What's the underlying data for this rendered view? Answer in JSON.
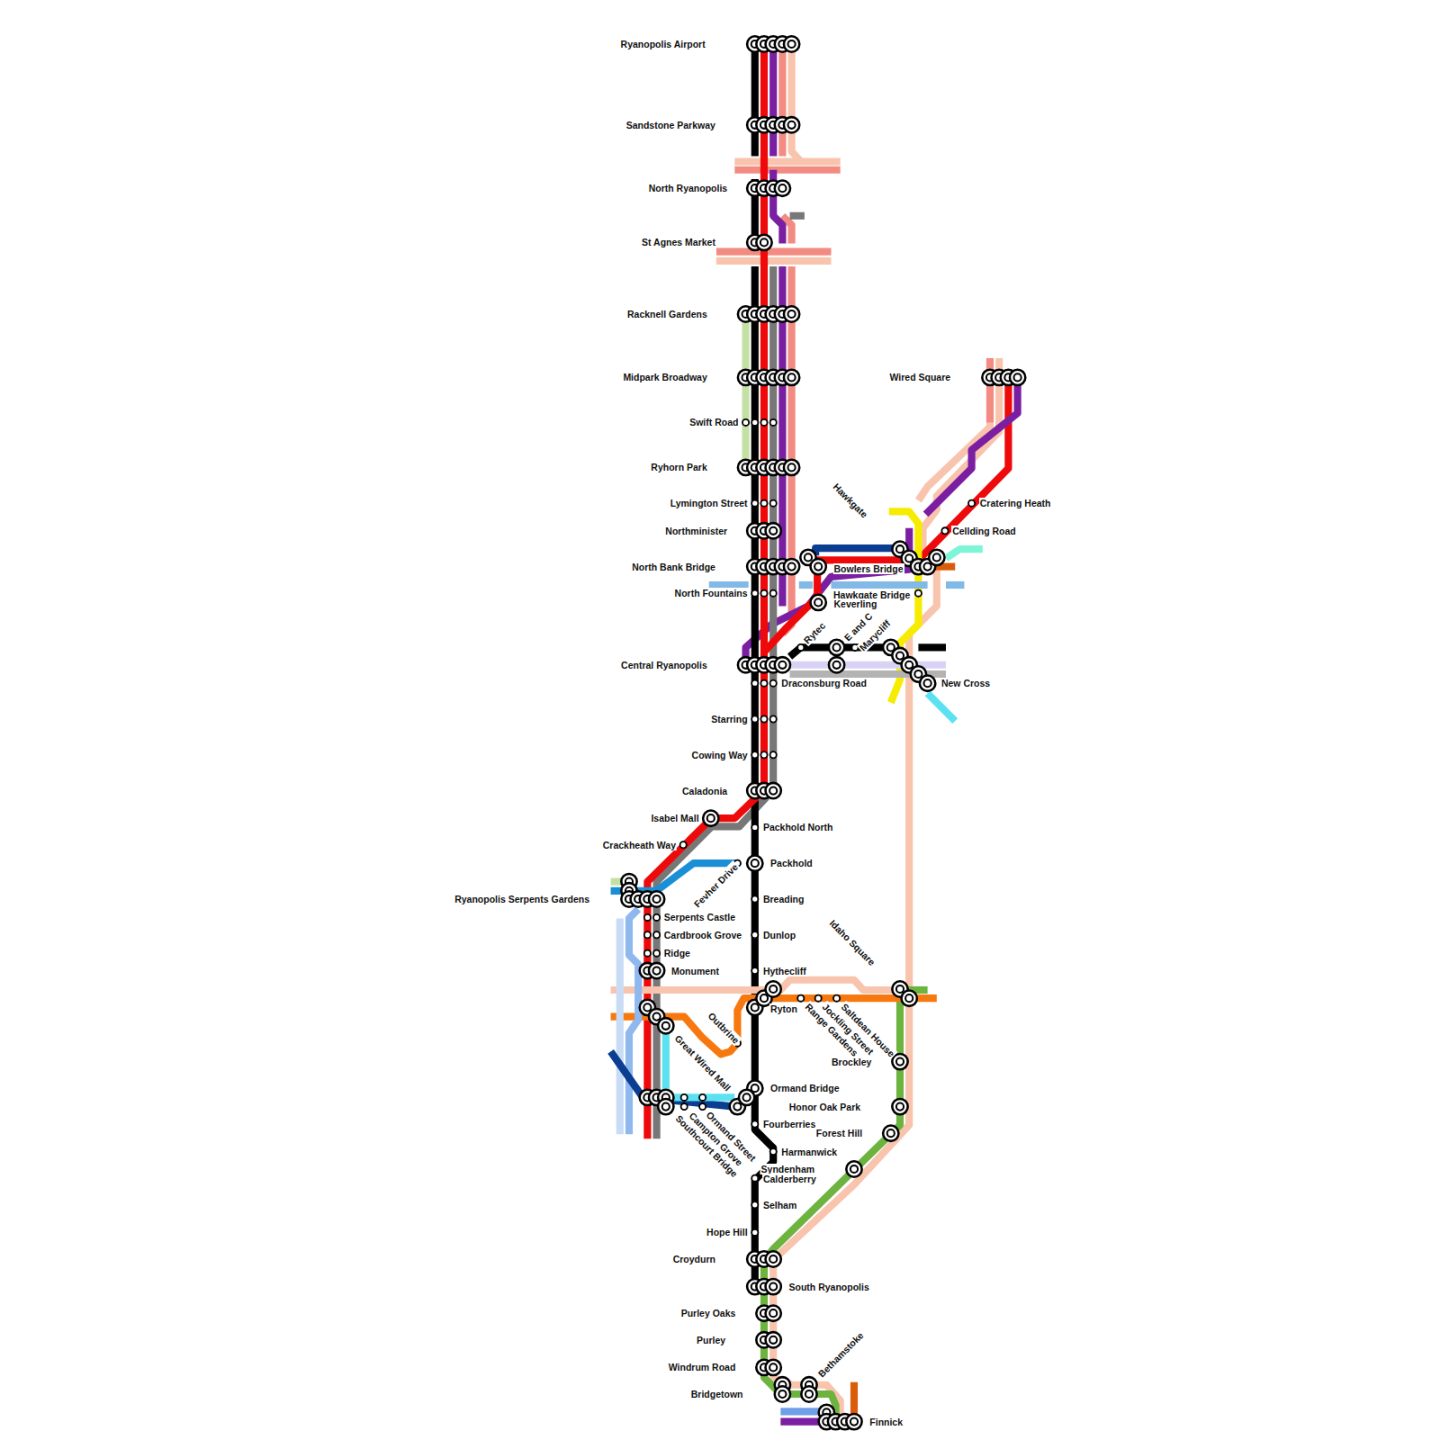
{
  "diagram": {
    "labels": [
      "Ryanopolis Airport",
      "Sandstone Parkway",
      "North Ryanopolis",
      "St Agnes Market",
      "Racknell Gardens",
      "Midpark Broadway",
      "Swift Road",
      "Ryhorn Park",
      "Lymington Street",
      "Northminister",
      "North Bank Bridge",
      "North Fountains",
      "Central Ryanopolis",
      "Draconsburg Road",
      "Starring",
      "Cowing Way",
      "Caladonia",
      "Isabel Mall",
      "Crackheath Way",
      "Ryanopolis Serpents Gardens",
      "Serpents Castle",
      "Cardbrook Grove",
      "Ridge",
      "Monument",
      "Packhold North",
      "Packhold",
      "Fevher Drive",
      "Breading",
      "Dunlop",
      "Hythecliff",
      "Ryton",
      "Outbrine",
      "Range Gardens",
      "Jockling Street",
      "Saltdean House",
      "Idaho Square",
      "Great Wired Mall",
      "Ormand Bridge",
      "Ormand Street",
      "Campton Grove",
      "Southcourt Bridge",
      "Fourberries",
      "Harmanwick",
      "Syndenham",
      "Calderberry",
      "Selham",
      "Hope Hill",
      "Croydurn",
      "South Ryanopolis",
      "Purley Oaks",
      "Purley",
      "Windrum Road",
      "Bridgetown",
      "Bethamstoke",
      "Finnick",
      "Wired Square",
      "Cratering Heath",
      "Cellding Road",
      "Hawkgate",
      "Bowlers Bridge",
      "Hawkgate Bridge",
      "Keverling",
      "Rytec",
      "E and C",
      "Marycliff",
      "New Cross",
      "Brockley",
      "Honor Oak Park",
      "Forest Hill"
    ]
  }
}
